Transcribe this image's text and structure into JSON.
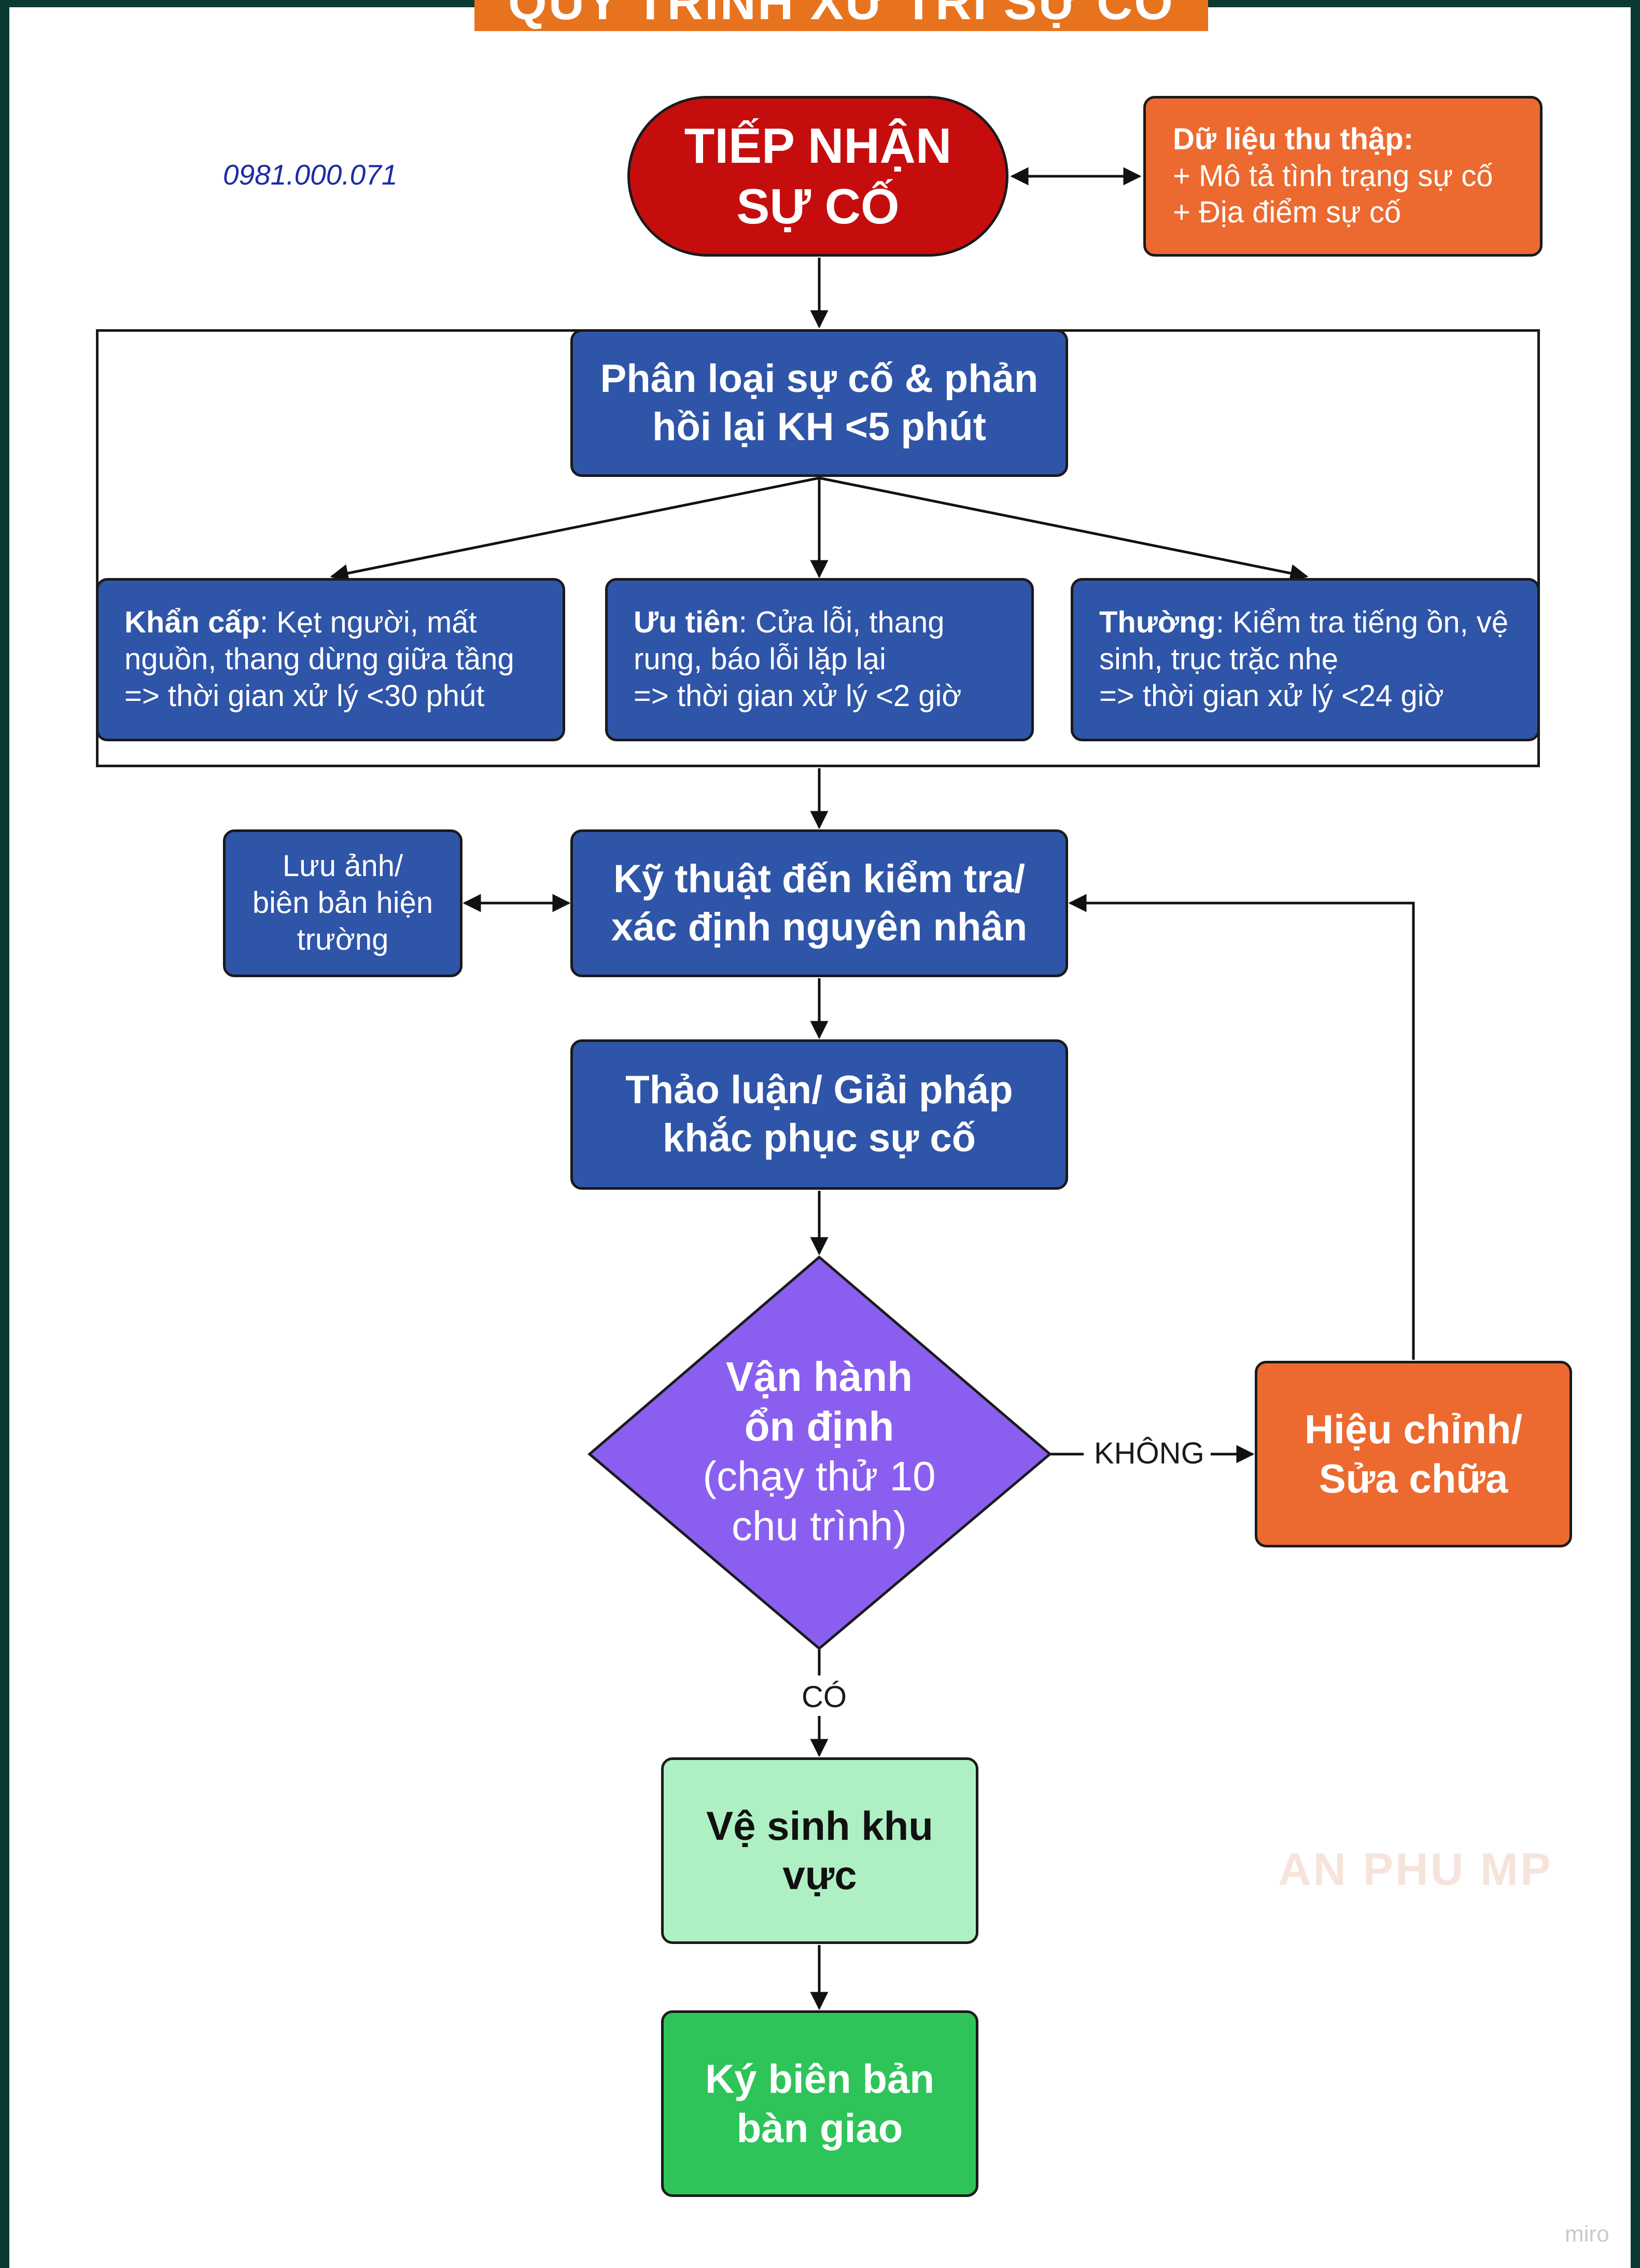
{
  "title": "QUY TRÌNH XỬ TRÍ SỰ CỐ",
  "phone": "0981.000.071",
  "start": {
    "line1": "TIẾP NHẬN",
    "line2": "SỰ CỐ"
  },
  "data_collected": {
    "title": "Dữ liệu thu thập:",
    "item1": "+ Mô tả tình trạng sự cố",
    "item2": "+ Địa điểm sự cố"
  },
  "classify": {
    "line1": "Phân loại sự cố & phản",
    "line2": "hồi lại KH <5 phút"
  },
  "categories": [
    {
      "name": "Khẩn cấp",
      "line1": ": Kẹt người, mất",
      "line2": "nguồn, thang dừng giữa tầng",
      "line3": "=> thời gian xử lý <30 phút"
    },
    {
      "name": "Ưu tiên",
      "line1": ": Cửa lỗi, thang",
      "line2": "rung, báo lỗi lặp lại",
      "line3": "=> thời gian xử lý <2 giờ"
    },
    {
      "name": "Thường",
      "line1": ": Kiểm tra tiếng ồn, vệ",
      "line2": "sinh, trục trặc nhẹ",
      "line3": "=> thời gian xử lý <24 giờ"
    }
  ],
  "photo": {
    "line1": "Lưu ảnh/",
    "line2": "biên bản hiện",
    "line3": "trường"
  },
  "technician": {
    "line1": "Kỹ thuật đến kiểm tra/",
    "line2": "xác định nguyên nhân"
  },
  "discuss": {
    "line1": "Thảo luận/ Giải pháp",
    "line2": "khắc phục sự cố"
  },
  "decision": {
    "line1": "Vận hành",
    "line2": "ổn định",
    "line3": "(chạy thử 10",
    "line4": "chu trình)"
  },
  "fix": {
    "line1": "Hiệu chỉnh/",
    "line2": "Sửa chữa"
  },
  "label_no": "KHÔNG",
  "label_yes": "CÓ",
  "clean": {
    "line1": "Vệ sinh khu",
    "line2": "vực"
  },
  "handover": {
    "line1": "Ký biên bản",
    "line2": "bàn giao"
  },
  "watermark": "AN PHU MP",
  "footer": "miro",
  "colors": {
    "banner": "#e8731e",
    "start": "#c50d0d",
    "step": "#2f55a8",
    "data": "#ec6a30",
    "decision": "#8a5ff0",
    "clean": "#aef0c4",
    "handover": "#2ec45a"
  }
}
